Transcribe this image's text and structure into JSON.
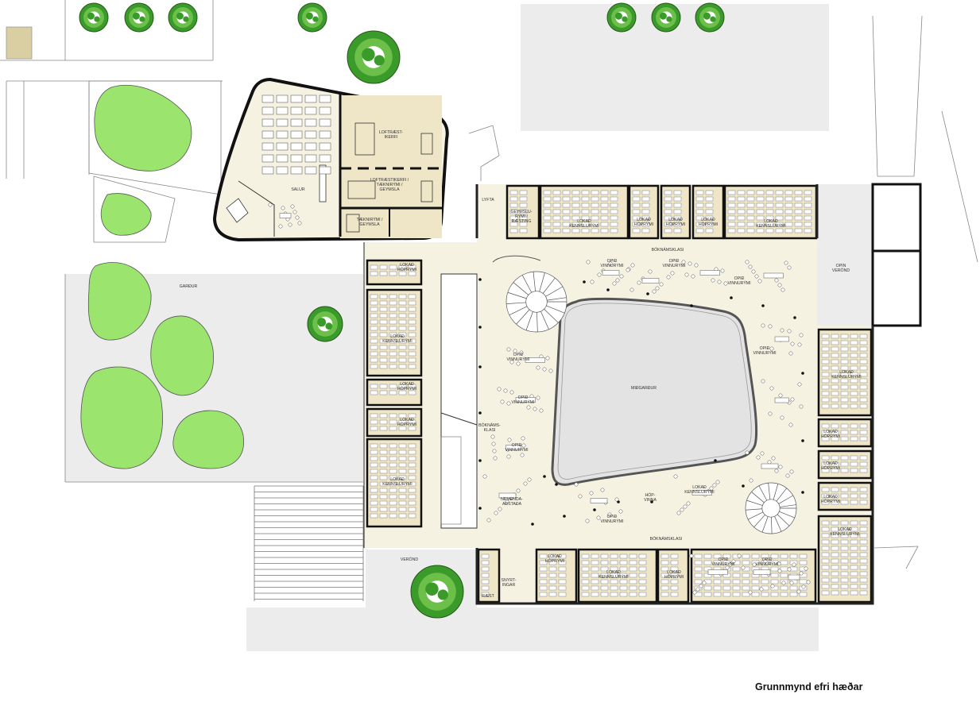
{
  "title": "Grunnmynd efri hæðar",
  "labels": {
    "salur": "SALUR",
    "loftraest1": [
      "LOFTRÆST-",
      "IKERFI"
    ],
    "loftraest2": [
      "LOFTRÆSTIKERFI /",
      "TÆKNIRÝMI /",
      "GEYMSLA"
    ],
    "taekni": [
      "TÆKNIRÝMI /",
      "GEYMSLA"
    ],
    "lyfta": "LYFTA",
    "geymslu": [
      "GEYMSLU-",
      "RÝMI /",
      "RÆSTING"
    ],
    "lokad_kennslu": [
      "LOKAÐ",
      "KENNSLURÝMI"
    ],
    "lokad_hop": [
      "LOKAÐ",
      "HÓPRÝMI"
    ],
    "boknamsklasi": "BÓKNÁMSKLASI",
    "boknams_two": [
      "BÓKNÁMS-",
      "KLASI"
    ],
    "opid_vinnu": [
      "OPIÐ",
      "VINNURÝMI"
    ],
    "opin_verond": [
      "OPIN",
      "VERÖND"
    ],
    "gardur": "GARÐUR",
    "midgardur": "MIÐGARÐUR",
    "verond": "VERÖND",
    "nemenda": [
      "NEMENDA-",
      "AÐSTAÐA"
    ],
    "snyrtingar": [
      "SNYRT-",
      "INGAR"
    ],
    "raest": "RÆST",
    "hopvinna": [
      "HÓP-",
      "VINNA"
    ]
  }
}
